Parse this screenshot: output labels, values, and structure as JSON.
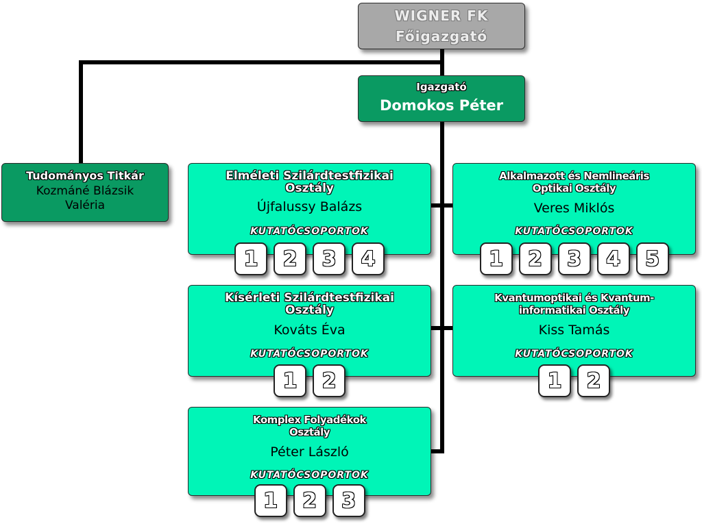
{
  "top": {
    "line1": "WIGNER FK",
    "line2": "Főigazgató"
  },
  "director": {
    "role": "Igazgató",
    "name": "Domokos Péter"
  },
  "secretary": {
    "role": "Tudományos Titkár",
    "name_line1": "Kozmáné Blázsik",
    "name_line2": "Valéria"
  },
  "research_groups_label": "KUTATÓCSOPORTOK",
  "departments": [
    {
      "title_line1": "Elméleti Szilárdtestfizikai",
      "title_line2": "Osztály",
      "head": "Újfalussy Balázs",
      "groups": [
        "1",
        "2",
        "3",
        "4"
      ]
    },
    {
      "title_line1": "Alkalmazott és Nemlineáris",
      "title_line2": "Optikai Osztály",
      "head": "Veres Miklós",
      "groups": [
        "1",
        "2",
        "3",
        "4",
        "5"
      ]
    },
    {
      "title_line1": "Kísérleti Szilárdtestfizikai",
      "title_line2": "Osztály",
      "head": "Kováts Éva",
      "groups": [
        "1",
        "2"
      ]
    },
    {
      "title_line1": "Kvantumoptikai és Kvantum-",
      "title_line2": "informatikai Osztály",
      "head": "Kiss Tamás",
      "groups": [
        "1",
        "2"
      ]
    },
    {
      "title_line1": "Komplex Folyadékok",
      "title_line2": "Osztály",
      "head": "Péter László",
      "groups": [
        "1",
        "2",
        "3"
      ]
    }
  ]
}
